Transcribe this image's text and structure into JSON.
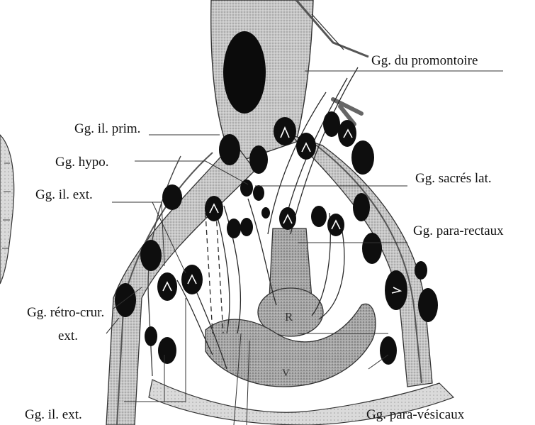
{
  "labels": {
    "promontoire": "Gg. du promontoire",
    "il_prim": "Gg. il. prim.",
    "hypo": "Gg. hypo.",
    "sacres_lat": "Gg. sacrés lat.",
    "il_ext_top": "Gg. il. ext.",
    "para_rectaux": "Gg. para-rectaux",
    "retro_crur_1": "Gg. rétro-crur.",
    "retro_crur_2": "ext.",
    "il_ext_bottom": "Gg. il. ext.",
    "para_vesicaux": "Gg. para-vésicaux",
    "bladder_letter": "V",
    "rectum_letter": "R"
  }
}
